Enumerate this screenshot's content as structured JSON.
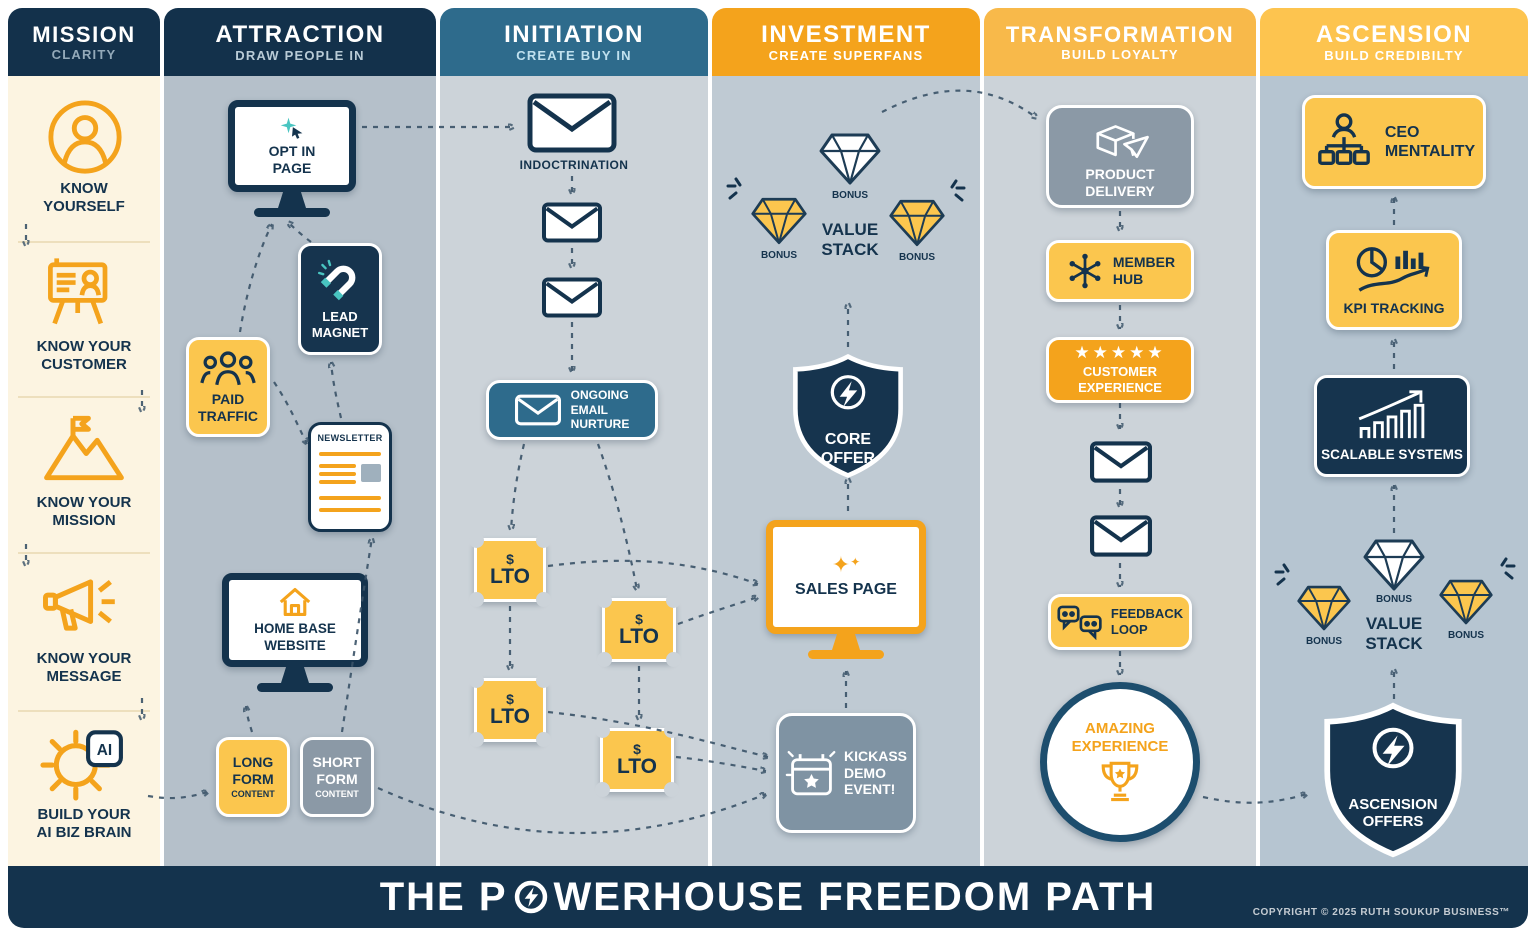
{
  "columns": [
    {
      "title": "MISSION",
      "subtitle": "CLARITY"
    },
    {
      "title": "ATTRACTION",
      "subtitle": "DRAW PEOPLE IN"
    },
    {
      "title": "INITIATION",
      "subtitle": "CREATE BUY IN"
    },
    {
      "title": "INVESTMENT",
      "subtitle": "CREATE SUPERFANS"
    },
    {
      "title": "TRANSFORMATION",
      "subtitle": "BUILD LOYALTY"
    },
    {
      "title": "ASCENSION",
      "subtitle": "BUILD CREDIBILTY"
    }
  ],
  "mission": {
    "steps": [
      {
        "label": "KNOW\nYOURSELF"
      },
      {
        "label": "KNOW YOUR\nCUSTOMER"
      },
      {
        "label": "KNOW YOUR\nMISSION"
      },
      {
        "label": "KNOW YOUR\nMESSAGE"
      },
      {
        "label": "BUILD YOUR\nAI BIZ BRAIN",
        "chip": "AI"
      }
    ]
  },
  "attraction": {
    "opt_in": {
      "label": "OPT IN\nPAGE"
    },
    "lead_magnet": {
      "label": "LEAD\nMAGNET"
    },
    "paid_traffic": {
      "label": "PAID\nTRAFFIC"
    },
    "newsletter": {
      "label": "NEWSLETTER"
    },
    "home_base": {
      "label": "HOME BASE\nWEBSITE"
    },
    "long_form": {
      "label": "LONG\nFORM",
      "sub": "CONTENT"
    },
    "short_form": {
      "label": "SHORT\nFORM",
      "sub": "CONTENT"
    }
  },
  "initiation": {
    "indoctrination": {
      "label": "INDOCTRINATION"
    },
    "nurture": {
      "label": "ONGOING\nEMAIL\nNURTURE"
    },
    "lto": {
      "currency": "$",
      "label": "LTO"
    }
  },
  "investment": {
    "value_stack": {
      "label": "VALUE\nSTACK",
      "bonus": "BONUS"
    },
    "core_offer": {
      "label": "CORE\nOFFER"
    },
    "sales_page": {
      "label": "SALES PAGE",
      "sparkle": "✦"
    },
    "demo_event": {
      "label": "KICKASS\nDEMO\nEVENT!"
    }
  },
  "transformation": {
    "product_delivery": {
      "label": "PRODUCT\nDELIVERY"
    },
    "member_hub": {
      "label": "MEMBER\nHUB"
    },
    "customer_experience": {
      "label": "CUSTOMER\nEXPERIENCE",
      "stars": "★★★★★"
    },
    "feedback_loop": {
      "label": "FEEDBACK\nLOOP"
    },
    "amazing_experience": {
      "label": "AMAZING\nEXPERIENCE"
    }
  },
  "ascension": {
    "ceo_mentality": {
      "label": "CEO\nMENTALITY"
    },
    "kpi_tracking": {
      "label": "KPI TRACKING"
    },
    "scalable_systems": {
      "label": "SCALABLE SYSTEMS"
    },
    "value_stack": {
      "label": "VALUE\nSTACK",
      "bonus": "BONUS"
    },
    "ascension_offers": {
      "label": "ASCENSION\nOFFERS"
    }
  },
  "footer": {
    "title": "THE POWERHOUSE FREEDOM PATH",
    "title_pre": "THE P",
    "title_post": "WERHOUSE FREEDOM PATH",
    "copyright": "COPYRIGHT © 2025 RUTH SOUKUP BUSINESS™"
  },
  "colors": {
    "navy": "#14334d",
    "steel": "#2e6b8c",
    "orange": "#f4a31c",
    "yellow": "#fbc64e",
    "amber": "#f8b94a",
    "gold": "#fdc44f",
    "teal": "#49c5c1",
    "slate": "#8b99a6",
    "cream": "#fcf4e1"
  }
}
